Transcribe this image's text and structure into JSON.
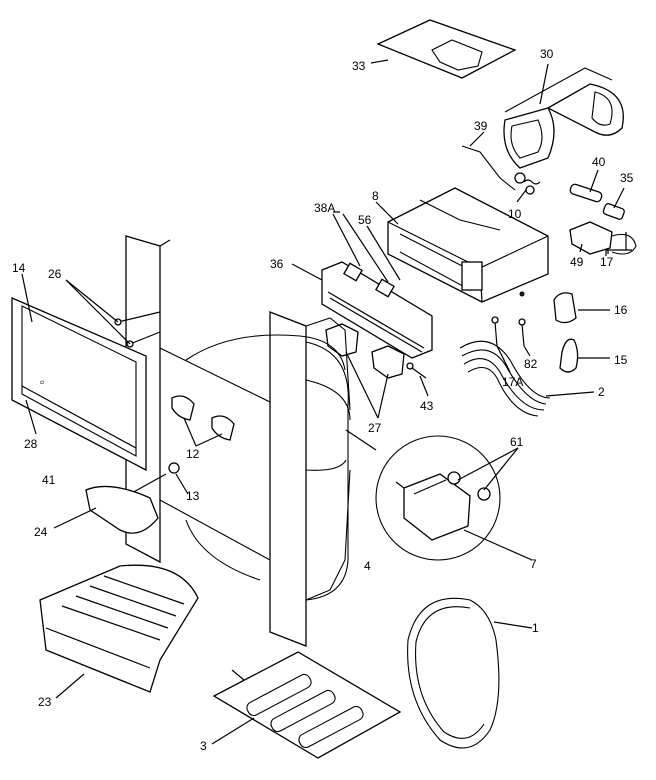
{
  "diagram": {
    "callouts": {
      "c1": "1",
      "c2": "2",
      "c3": "3",
      "c4": "4",
      "c7": "7",
      "c8": "8",
      "c10": "10",
      "c12": "12",
      "c13": "13",
      "c14": "14",
      "c15": "15",
      "c16": "16",
      "c17": "17",
      "c17a": "17A",
      "c23": "23",
      "c24": "24",
      "c26": "26",
      "c27": "27",
      "c28": "28",
      "c30": "30",
      "c33": "33",
      "c35": "35",
      "c36": "36",
      "c38a": "38A",
      "c39": "39",
      "c40": "40",
      "c41": "41",
      "c43": "43",
      "c49": "49",
      "c56": "56",
      "c61": "61",
      "c82": "82"
    }
  }
}
